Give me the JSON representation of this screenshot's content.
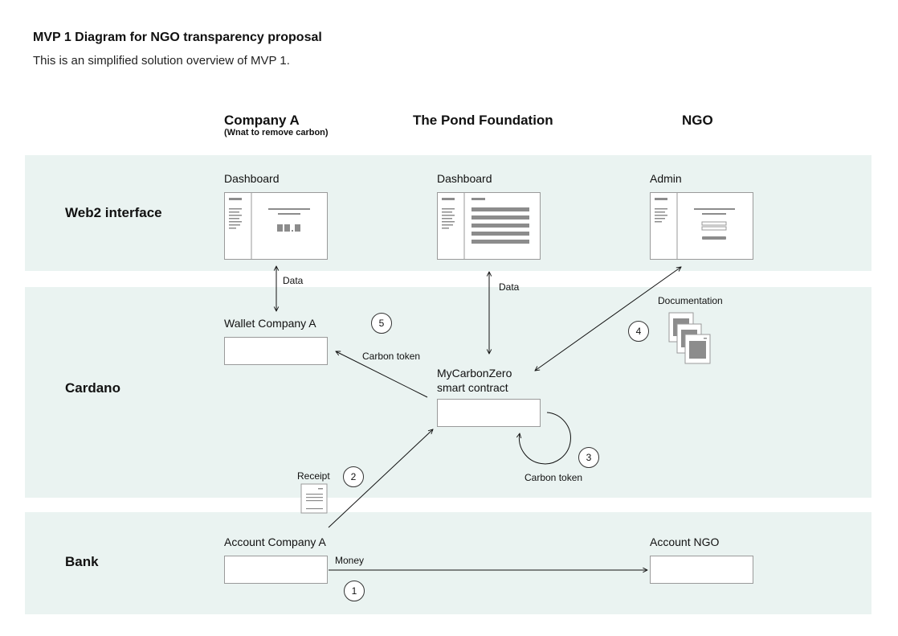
{
  "header": {
    "title": "MVP 1 Diagram for NGO transparency proposal",
    "subtitle": "This is an simplified solution overview of MVP 1."
  },
  "columns": {
    "company_a": {
      "title": "Company A",
      "subtitle": "(Wnat to remove carbon)"
    },
    "pond": {
      "title": "The Pond Foundation"
    },
    "ngo": {
      "title": "NGO"
    }
  },
  "rows": {
    "web2": "Web2 interface",
    "cardano": "Cardano",
    "bank": "Bank"
  },
  "web2": {
    "company_dashboard": "Dashboard",
    "pond_dashboard": "Dashboard",
    "ngo_admin": "Admin"
  },
  "cardano": {
    "wallet": "Wallet Company A",
    "contract_line1": "MyCarbonZero",
    "contract_line2": "smart contract",
    "documentation": "Documentation",
    "receipt": "Receipt"
  },
  "bank": {
    "account_company": "Account Company A",
    "account_ngo": "Account NGO"
  },
  "edges": {
    "data_left": "Data",
    "data_center": "Data",
    "carbon_token_wallet": "Carbon token",
    "carbon_token_loop": "Carbon token",
    "money": "Money"
  },
  "steps": [
    "1",
    "2",
    "3",
    "4",
    "5"
  ],
  "colors": {
    "band": "#eaf3f1",
    "box_border": "#9a9a9a",
    "wire_dark": "#8c8c8c",
    "arrow": "#111111"
  }
}
